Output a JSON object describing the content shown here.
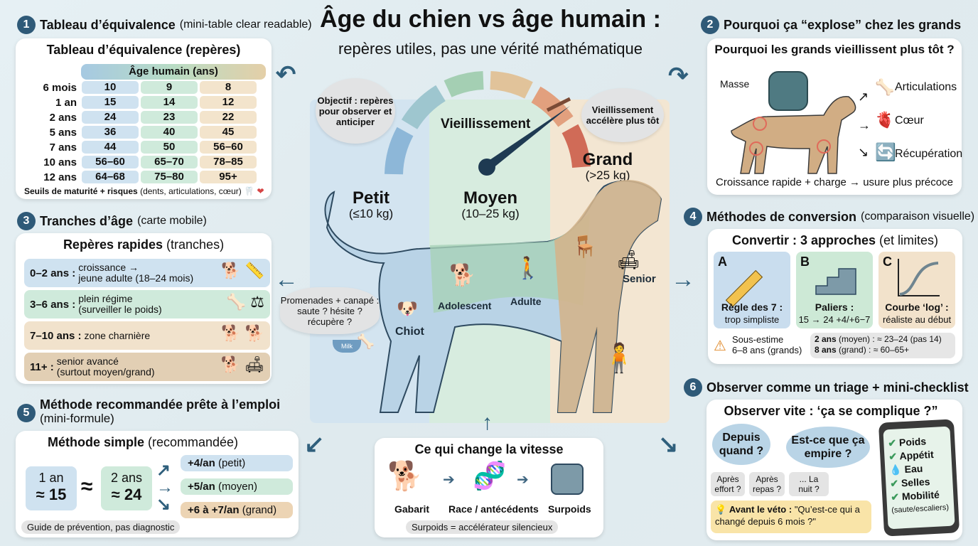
{
  "header": {
    "title": "Âge du chien vs âge humain :",
    "subtitle": "repères utiles, pas une vérité mathématique"
  },
  "section1": {
    "num": "1",
    "title": "Tableau d’équivalence",
    "title_note": "(mini-table clear readable)",
    "card_title": "Tableau d’équivalence (repères)",
    "header": "Âge humain (ans)",
    "rows": [
      {
        "label": "6 mois",
        "petit": "10",
        "moyen": "9",
        "grand": "8"
      },
      {
        "label": "1 an",
        "petit": "15",
        "moyen": "14",
        "grand": "12"
      },
      {
        "label": "2 ans",
        "petit": "24",
        "moyen": "23",
        "grand": "22"
      },
      {
        "label": "5 ans",
        "petit": "36",
        "moyen": "40",
        "grand": "45"
      },
      {
        "label": "7 ans",
        "petit": "44",
        "moyen": "50",
        "grand": "56–60"
      },
      {
        "label": "10 ans",
        "petit": "56–60",
        "moyen": "65–70",
        "grand": "78–85"
      },
      {
        "label": "12 ans",
        "petit": "64–68",
        "moyen": "75–80",
        "grand": "95+"
      }
    ],
    "footer_bold": "Seuils de maturité + risques",
    "footer_light": "(dents, articulations, cœur)",
    "footer_icons": [
      "tooth-icon",
      "heart-icon"
    ]
  },
  "section2": {
    "num": "2",
    "title": "Pourquoi ça “explose” chez les grands",
    "card_title": "Pourquoi les grands vieillissent plus tôt ?",
    "mass_label": "Masse",
    "effects": [
      {
        "label": "Articulations",
        "icon": "joint-icon"
      },
      {
        "label": "Cœur",
        "icon": "heart-organ-icon"
      },
      {
        "label": "Récupération",
        "icon": "recycle-icon"
      }
    ],
    "footer": "Croissance rapide + charge → usure plus précoce"
  },
  "section3": {
    "num": "3",
    "title": "Tranches d’âge",
    "title_note": "(carte mobile)",
    "card_title_bold": "Repères rapides",
    "card_title_light": "(tranches)",
    "rows": [
      {
        "key": "0–2 ans :",
        "line1": "croissance →",
        "line2": "jeune adulte (18–24 mois)",
        "color": "#cfe2f0"
      },
      {
        "key": "3–6 ans :",
        "line1": "plein régime",
        "line2": "(surveiller le poids)",
        "color": "#cfeadb"
      },
      {
        "key": "7–10 ans :",
        "line1": "zone charnière",
        "line2": "",
        "color": "#f1e2cc"
      },
      {
        "key": "11+ :",
        "line1": "senior avancé",
        "line2": "(surtout moyen/grand)",
        "color": "#e2cfb4"
      }
    ]
  },
  "section4": {
    "num": "4",
    "title": "Méthodes de conversion",
    "title_note": "(comparaison visuelle)",
    "card_title_bold": "Convertir : 3 approches",
    "card_title_light": "(et limites)",
    "approaches": [
      {
        "letter": "A",
        "title": "Règle des 7 :",
        "sub": "trop simpliste",
        "color": "#c9ddee"
      },
      {
        "letter": "B",
        "title": "Paliers :",
        "sub": "15 → 24 +4/+6−7",
        "color": "#cde9d6"
      },
      {
        "letter": "C",
        "title": "Courbe ‘log’ :",
        "sub": "réaliste au début",
        "color": "#f2e2cb"
      }
    ],
    "warning_line1": "Sous-estime",
    "warning_line2": "6–8 ans (grands)",
    "example1_bold": "2 ans",
    "example1_rest": "(moyen) : ≈ 23–24 (pas 14)",
    "example2_bold": "8 ans",
    "example2_rest": "(grand) : ≈ 60–65+"
  },
  "section5": {
    "num": "5",
    "title": "Méthode recommandée prête à l’emploi",
    "title_note": "(mini-formule)",
    "card_title_bold": "Méthode simple",
    "card_title_light": "(recommandée)",
    "box1_top": "1 an",
    "box1_bottom": "≈ 15",
    "approx": "≈",
    "box2_top": "2 ans",
    "box2_bottom": "≈ 24",
    "increments": [
      {
        "bold": "+4/an",
        "light": "(petit)",
        "color": "#cfe2f0"
      },
      {
        "bold": "+5/an",
        "light": "(moyen)",
        "color": "#cfeadb"
      },
      {
        "bold": "+6 à +7/an",
        "light": "(grand)",
        "color": "#ecd4b4"
      }
    ],
    "note": "Guide de prévention, pas diagnostic"
  },
  "section6": {
    "num": "6",
    "title": "Observer comme un triage + mini-checklist",
    "card_title": "Observer vite : ‘ça se complique ?”",
    "bubble1": "Depuis quand ?",
    "bubble2": "Est-ce que ça empire ?",
    "chips": [
      "Après effort ?",
      "Après repas ?",
      "... La nuit ?"
    ],
    "tip_bold": "Avant le véto :",
    "tip_text": "\"Qu’est-ce qui a changé depuis 6 mois ?\"",
    "checklist": [
      {
        "label": "Poids",
        "icon": "check-icon"
      },
      {
        "label": "Appétit",
        "icon": "check-icon"
      },
      {
        "label": "Eau",
        "icon": "water-drop-icon"
      },
      {
        "label": "Selles",
        "icon": "check-icon"
      },
      {
        "label": "Mobilité",
        "icon": "check-icon"
      }
    ],
    "checklist_note": "(saute/escaliers)"
  },
  "center": {
    "gauge_label": "Vieillissement",
    "objective": "Objectif : repères pour observer et anticiper",
    "accelerates": "Vieillissement accélère plus tôt",
    "sizes": [
      {
        "name": "Petit",
        "weight": "(≤10 kg)",
        "color": "#cfe0ee"
      },
      {
        "name": "Moyen",
        "weight": "(10–25 kg)",
        "color": "#d4eadb"
      },
      {
        "name": "Grand",
        "weight": "(>25 kg)",
        "color": "#f1e3cd"
      }
    ],
    "stages": [
      "Chiot",
      "Adolescent",
      "Adulte",
      "Senior"
    ],
    "walk_bubble": "Promenades + canapé : saute ? hésite ? récupère ?",
    "bowl_label": "Milk",
    "gauge_colors": [
      "#8db7d8",
      "#9ec6cf",
      "#a4cfb3",
      "#e1c39a",
      "#e2a07e",
      "#d06b57"
    ]
  },
  "speed": {
    "title": "Ce qui change la vitesse",
    "factors": [
      {
        "label": "Gabarit",
        "icon": "dogs-icon"
      },
      {
        "label": "Race / antécédents",
        "icon": "dna-icon"
      },
      {
        "label": "Surpoids",
        "icon": "scale-icon"
      }
    ],
    "note": "Surpoids = accélérateur silencieux"
  }
}
